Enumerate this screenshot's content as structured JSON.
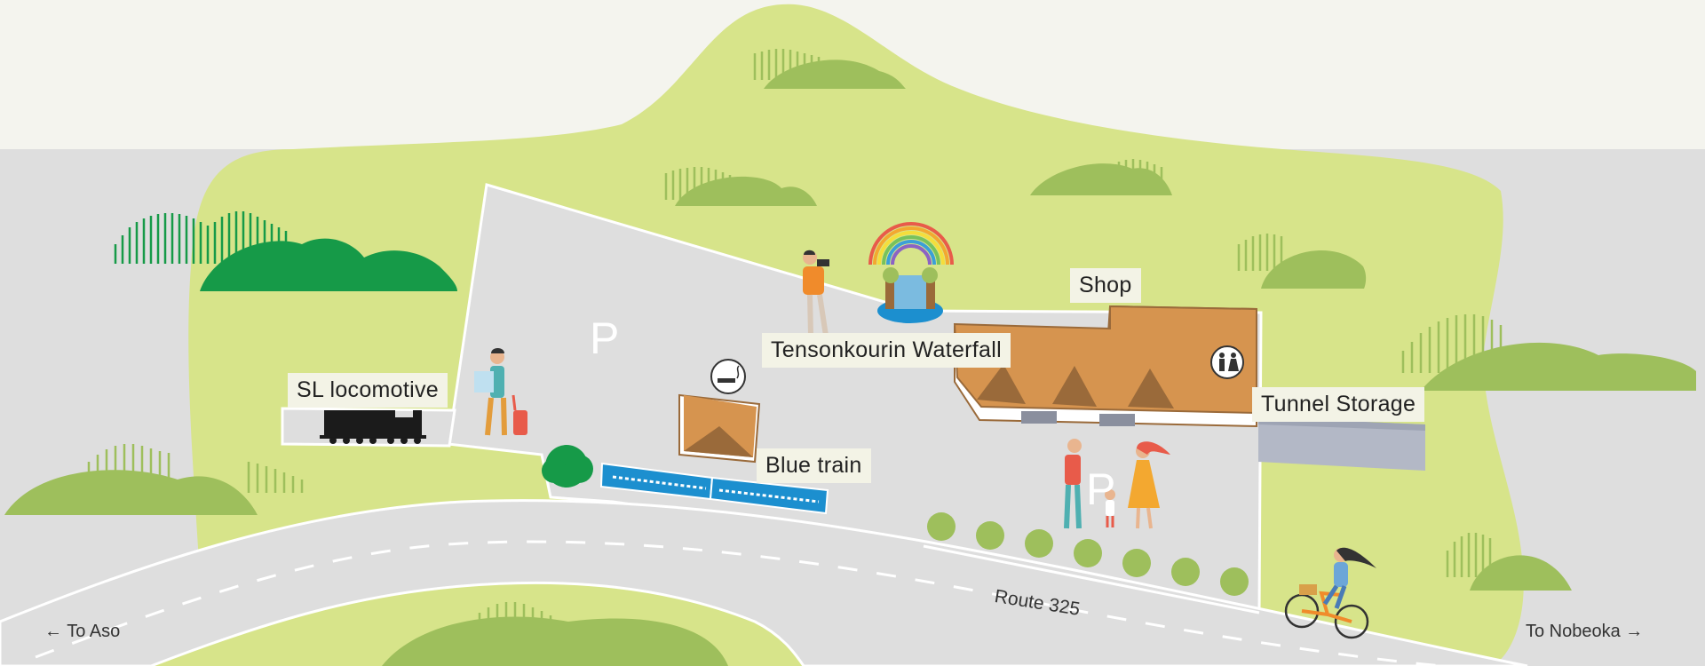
{
  "map": {
    "labels": {
      "sl_locomotive": "SL locomotive",
      "waterfall": "Tensonkourin Waterfall",
      "shop": "Shop",
      "tunnel_storage": "Tunnel Storage",
      "blue_train": "Blue train"
    },
    "parking": {
      "symbol": "P"
    },
    "road": {
      "name": "Route 325"
    },
    "directions": {
      "left": "← To Aso",
      "right": "To Nobeoka →"
    },
    "icons": {
      "smoking": "smoking-area-icon",
      "restroom": "restroom-icon",
      "parking": "parking-icon"
    },
    "colors": {
      "sky": "#f4f4ee",
      "ground": "#dedede",
      "grass": "#d7e48a",
      "hill": "#9ebf5c",
      "dark_hill": "#169a48",
      "building": "#d6944f",
      "roof_dark": "#9a6a3a",
      "train_blue": "#1c8fcf",
      "tunnel": "#b3b8c6"
    }
  }
}
